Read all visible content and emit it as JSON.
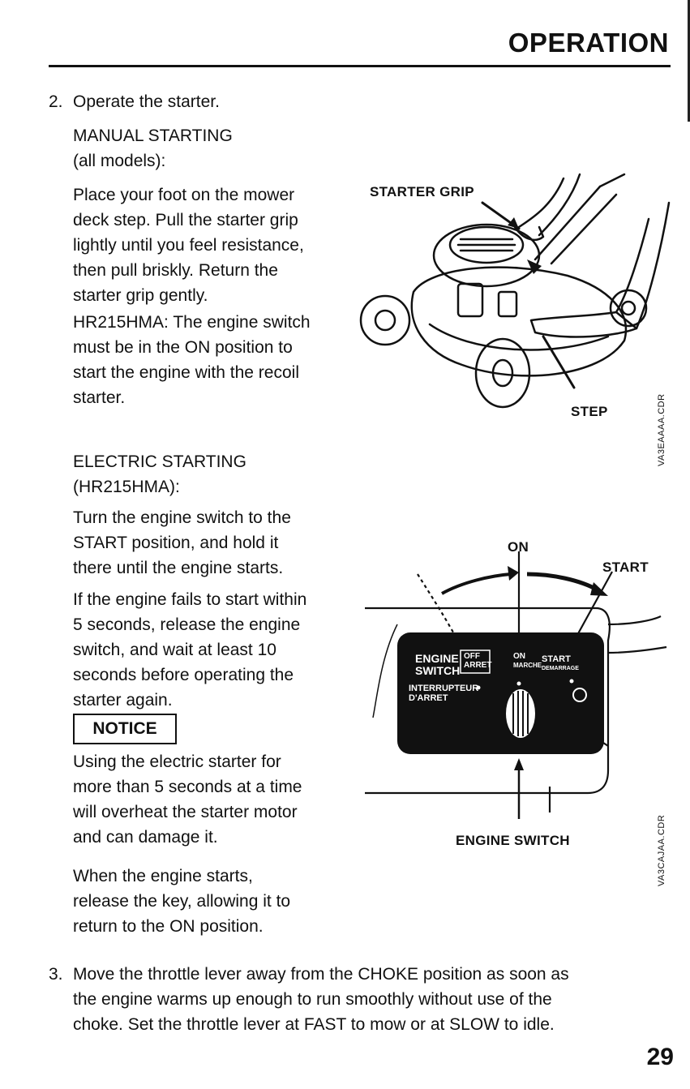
{
  "header": {
    "title": "OPERATION"
  },
  "step2": {
    "number": "2.",
    "heading": "Operate the starter.",
    "manual": {
      "title": "MANUAL STARTING",
      "subtitle": "(all models):",
      "para1": [
        "Place your foot on the mower",
        "deck step. Pull the starter grip",
        "lightly until you feel resistance,",
        "then pull briskly. Return the",
        "starter grip gently."
      ],
      "para2": [
        "HR215HMA: The engine switch",
        "must be in the ON position to",
        "start the engine with the recoil",
        "starter."
      ]
    },
    "electric": {
      "title": "ELECTRIC STARTING",
      "subtitle": "(HR215HMA):",
      "para1": [
        "Turn the engine switch to the",
        "START position, and hold it",
        "there until the engine starts."
      ],
      "para2": [
        "If the engine fails to start within",
        "5 seconds, release the engine",
        "switch, and wait at least 10",
        "seconds before operating the",
        "starter again."
      ]
    },
    "notice": {
      "label": "NOTICE",
      "text": [
        "Using the electric starter for",
        "more than 5 seconds at a time",
        "will overheat the starter motor",
        "and can damage it."
      ]
    },
    "release": [
      "When the engine starts,",
      "release the key, allowing it to",
      "return to the ON position."
    ]
  },
  "step3": {
    "number": "3.",
    "lines": [
      "Move the throttle lever away from the CHOKE position as soon as",
      "the engine warms up enough to run smoothly without use of the",
      "choke. Set the throttle lever at FAST to mow or at SLOW to idle."
    ]
  },
  "figure1": {
    "label_grip": "STARTER GRIP",
    "label_step": "STEP",
    "code": "VA3EAAAA.CDR"
  },
  "figure2": {
    "label_on": "ON",
    "label_start": "START",
    "label_switch": "ENGINE SWITCH",
    "code": "VA3CAJAA.CDR",
    "panel": {
      "engine": "ENGINE",
      "switch": "SWITCH",
      "off": "OFF",
      "arret": "ARRET",
      "on": "ON",
      "marche": "MARCHE",
      "start": "START",
      "demarrage": "DEMARRAGE",
      "interrupteur": "INTERRUPTEUR",
      "darret": "D'ARRET"
    }
  },
  "page": {
    "number": "29"
  }
}
